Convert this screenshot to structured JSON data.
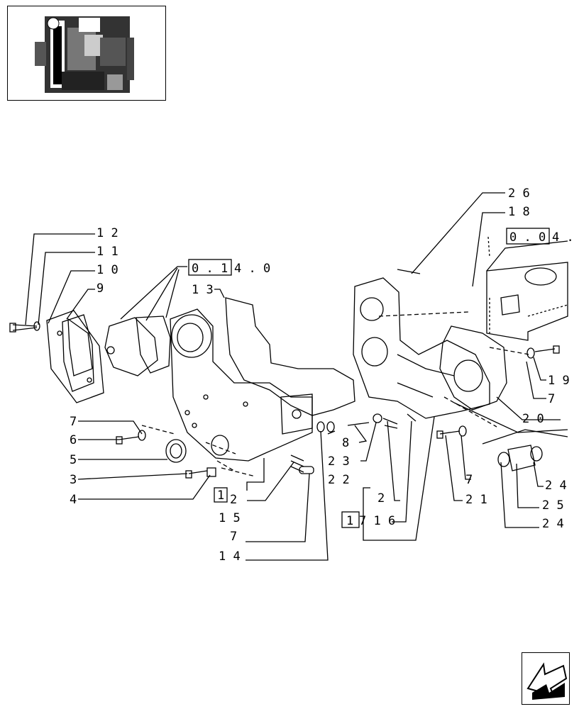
{
  "thumbnail": {
    "icon": "engine-thumbnail-icon"
  },
  "nav": {
    "icon": "previous-page-arrow-icon"
  },
  "callouts": {
    "c12": "1 2",
    "c11": "1 1",
    "c10": "1 0",
    "c9": "9",
    "c13": "1 3",
    "c26": "2 6",
    "c18": "1 8",
    "c19": "1 9",
    "c7r": "7",
    "c20": "2 0",
    "c7a": "7",
    "c6": "6",
    "c5": "5",
    "c3": "3",
    "c4": "4",
    "c8": "8",
    "c23": "2 3",
    "c22": "2 2",
    "c2b": "2",
    "c7b": "7",
    "c21": "2 1",
    "c24a": "2 4",
    "c25": "2 5",
    "c24b": "2 4",
    "c15": "1 5",
    "c7c": "7",
    "c14": "1 4"
  },
  "refs": {
    "r1": {
      "boxed": "0 . 1",
      "rest": "4 . 0"
    },
    "r2": {
      "boxed": "0 . 0",
      "rest": "4 ."
    },
    "r3": {
      "boxed": "1",
      "rest": "2"
    },
    "r4": {
      "boxed": "1",
      "rest": "7 1 6"
    }
  }
}
